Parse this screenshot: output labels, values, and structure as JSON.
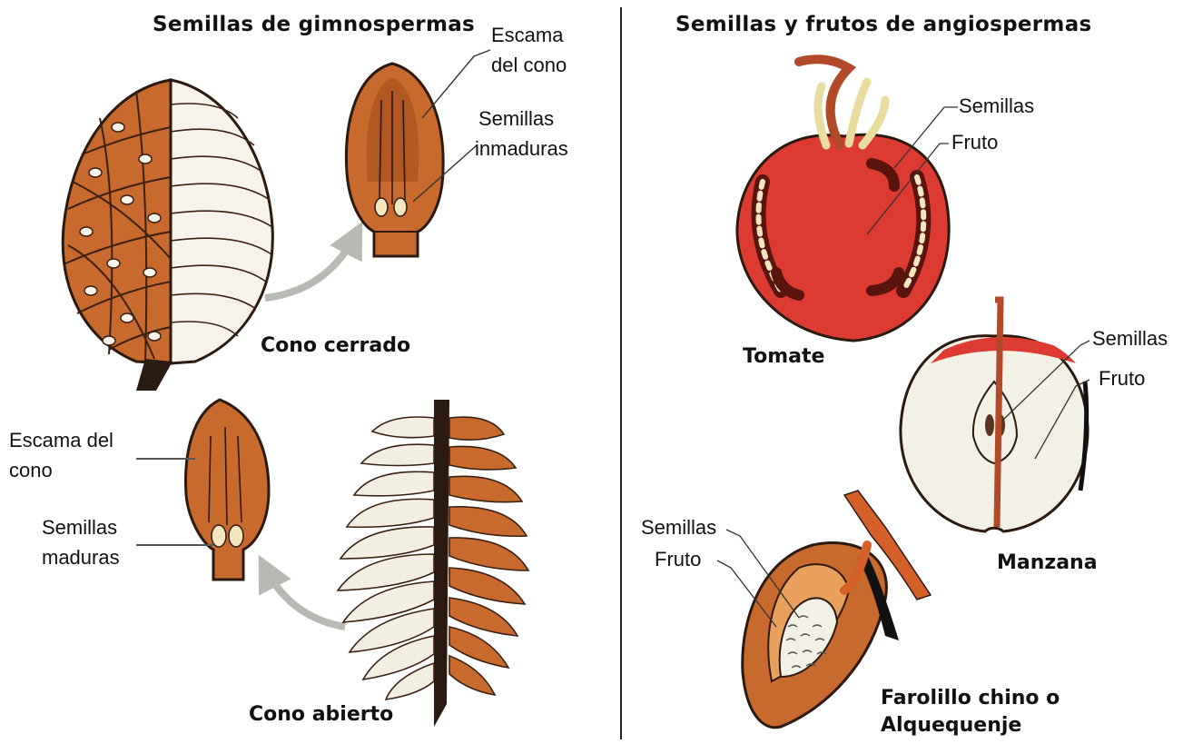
{
  "titles": {
    "left": "Semillas de gimnospermas",
    "right": "Semillas y frutos de angiospermas"
  },
  "gymnosperms": {
    "closed_cone_caption": "Cono cerrado",
    "open_cone_caption": "Cono abierto",
    "scale_top_label_line1": "Escama",
    "scale_top_label_line2": "del cono",
    "immature_seeds_line1": "Semillas",
    "immature_seeds_line2": "inmaduras",
    "scale_bottom_label_line1": "Escama del",
    "scale_bottom_label_line2": "cono",
    "mature_seeds_line1": "Semillas",
    "mature_seeds_line2": "maduras"
  },
  "angiosperms": {
    "tomato_caption": "Tomate",
    "tomato_seeds": "Semillas",
    "tomato_fruit": "Fruto",
    "apple_caption": "Manzana",
    "apple_seeds": "Semillas",
    "apple_fruit": "Fruto",
    "physalis_caption_line1": "Farolillo chino o",
    "physalis_caption_line2": "Alquequenje",
    "physalis_seeds": "Semillas",
    "physalis_fruit": "Fruto"
  },
  "colors": {
    "cone_brown": "#c8692e",
    "cone_white": "#f7f3ea",
    "tomato_red": "#dd3a32",
    "apple_flesh": "#f3f1e6",
    "arrow_gray": "#b9b9b4"
  }
}
